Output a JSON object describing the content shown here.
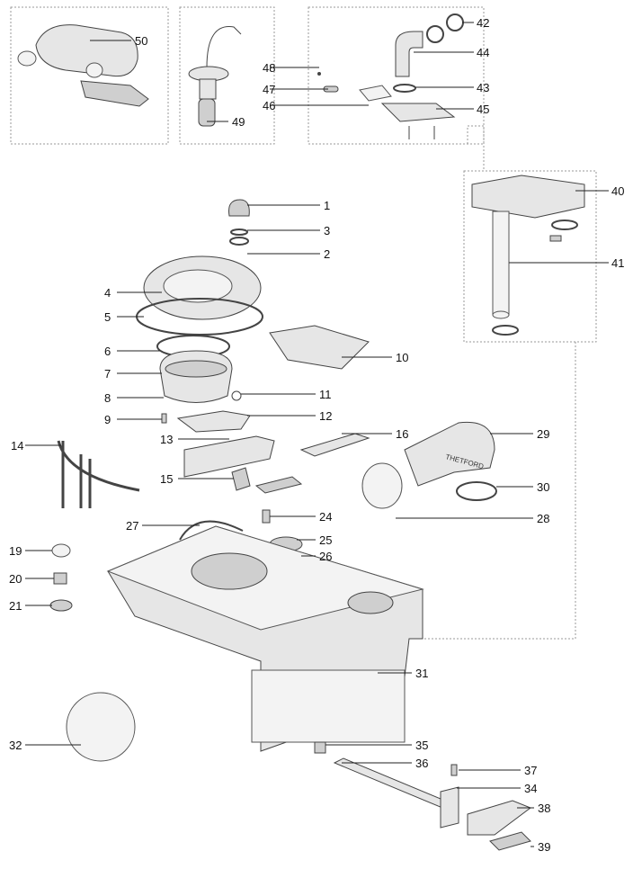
{
  "diagram": {
    "type": "exploded parts diagram",
    "brand_mark": "THETFORD",
    "callouts": [
      "50",
      "48",
      "47",
      "46",
      "49",
      "42",
      "44",
      "43",
      "45",
      "40",
      "41",
      "1",
      "3",
      "2",
      "4",
      "5",
      "6",
      "7",
      "8",
      "9",
      "10",
      "11",
      "12",
      "13",
      "16",
      "29",
      "14",
      "15",
      "30",
      "24",
      "28",
      "27",
      "25",
      "26",
      "19",
      "20",
      "21",
      "31",
      "32",
      "35",
      "36",
      "37",
      "34",
      "38",
      "39"
    ]
  }
}
